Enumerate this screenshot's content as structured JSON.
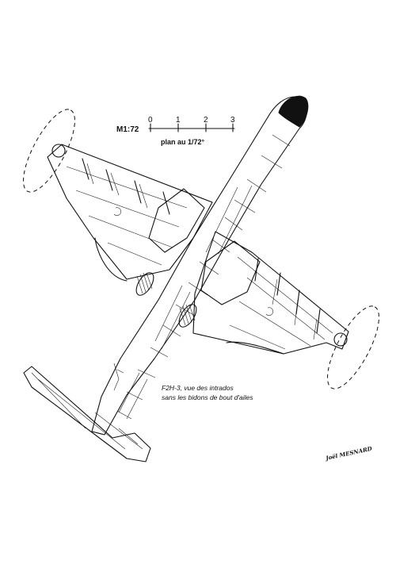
{
  "scale": {
    "ratio_label": "M1:72",
    "ticks": [
      "0",
      "1",
      "2",
      "3"
    ],
    "subtitle": "plan au 1/72°"
  },
  "caption": {
    "line1": "F2H-3, vue des intrados",
    "line2": "sans les bidons de bout d'ailes"
  },
  "signature": "Joël MESNARD",
  "colors": {
    "ink": "#111111",
    "paper": "#ffffff"
  }
}
